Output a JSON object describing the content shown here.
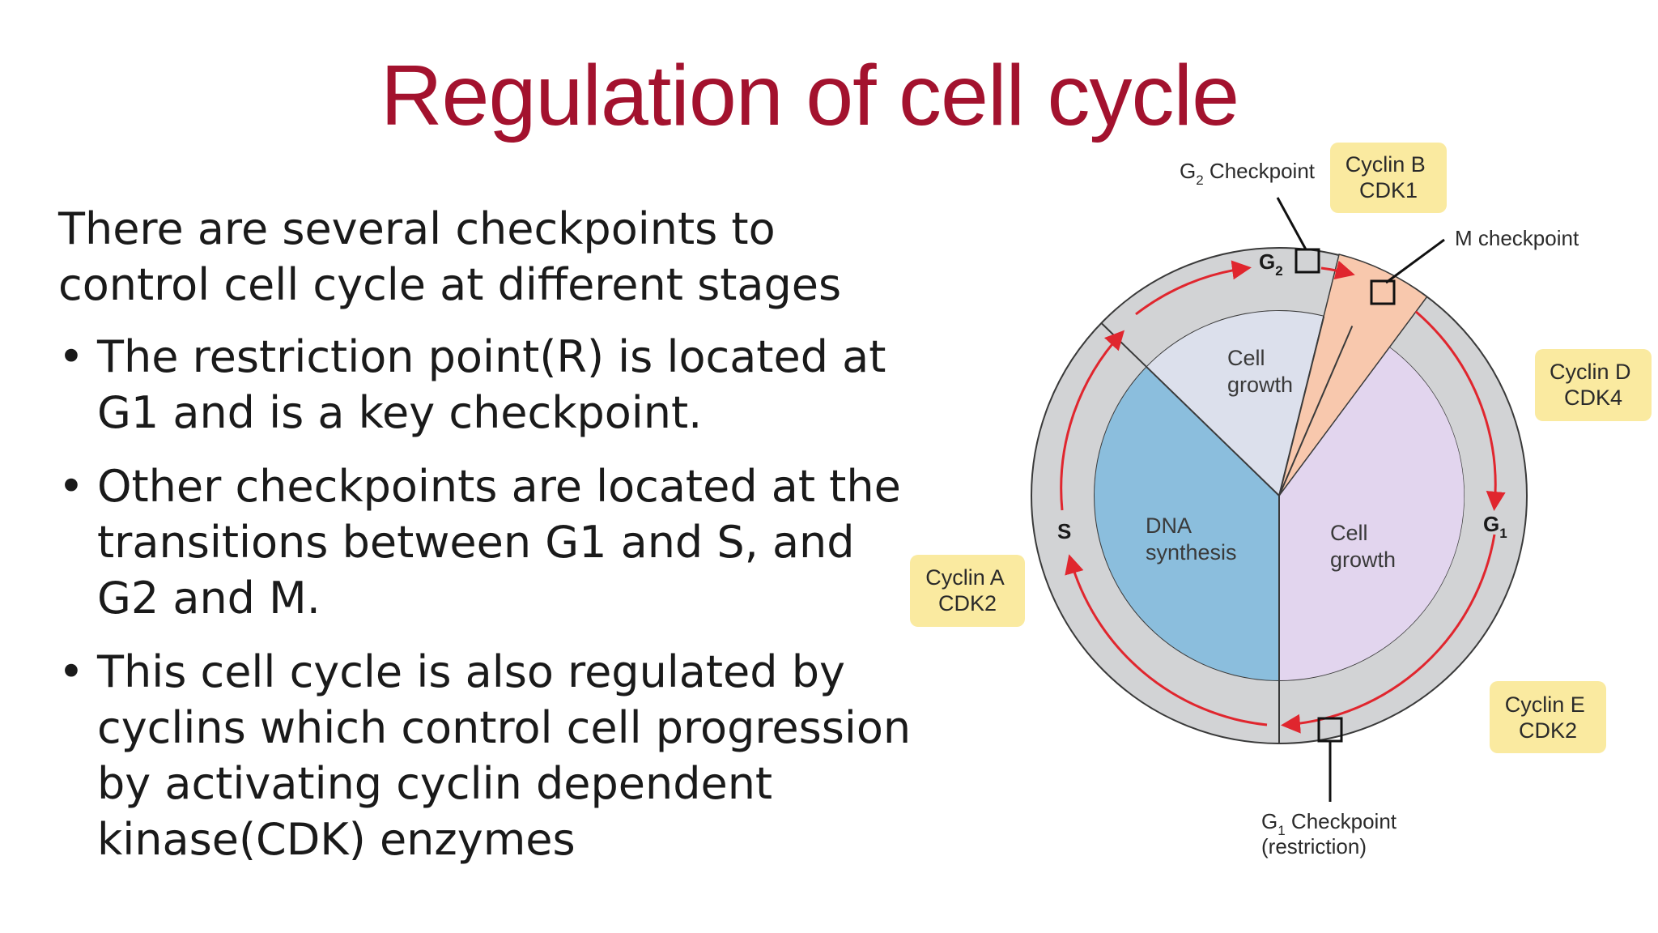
{
  "slide": {
    "title": "Regulation of cell cycle",
    "intro": "There are several checkpoints to control cell cycle at different stages",
    "bullet_symbol": "•",
    "bullets": [
      "The restriction point(R) is located at G1 and is a key checkpoint.",
      "Other checkpoints are located at the transitions between G1 and S, and G2 and M.",
      "This cell cycle is also regulated by cyclins which control cell progression by activating cyclin dependent kinase(CDK) enzymes"
    ]
  },
  "diagram": {
    "colors": {
      "title": "#a3122e",
      "dna_synthesis": "#8bbedd",
      "g1_growth": "#e2d5ee",
      "g2_growth": "#dce0ec",
      "mitosis": "#f8c8ad",
      "ring": "#d2d3d5",
      "arrow": "#e0262e",
      "cyclin_box": "#faeaa0"
    },
    "phases": {
      "s": "S",
      "g1": "G",
      "g1_sub": "1",
      "g2": "G",
      "g2_sub": "2"
    },
    "sectors": {
      "dna_line1": "DNA",
      "dna_line2": "synthesis",
      "g2_line1": "Cell",
      "g2_line2": "growth",
      "g1_line1": "Cell",
      "g1_line2": "growth"
    },
    "checkpoints": {
      "g2": "G",
      "g2_sub": "2",
      "g2_rest": " Checkpoint",
      "m": "M checkpoint",
      "g1": "G",
      "g1_sub": "1",
      "g1_rest": " Checkpoint",
      "g1_note": "(restriction)"
    },
    "cyclins": {
      "b_line1": "Cyclin B",
      "b_line2": "CDK1",
      "d_line1": "Cyclin D",
      "d_line2": "CDK4",
      "a_line1": "Cyclin A",
      "a_line2": "CDK2",
      "e_line1": "Cyclin E",
      "e_line2": "CDK2"
    }
  }
}
